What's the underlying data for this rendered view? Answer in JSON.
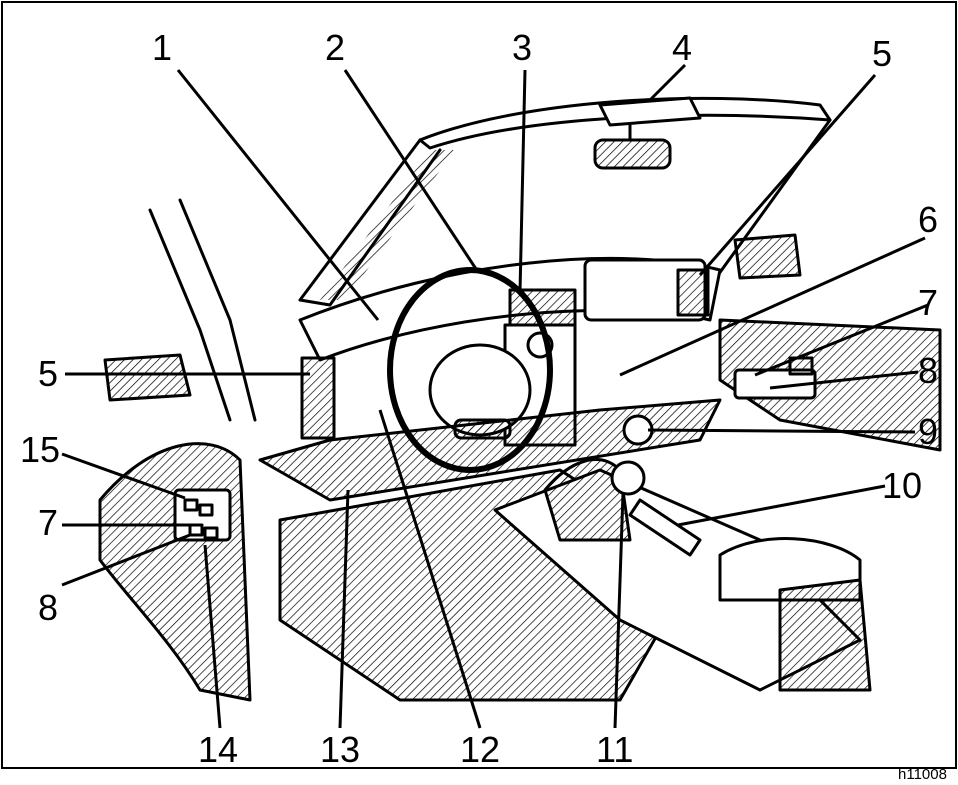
{
  "callouts": {
    "c1": "1",
    "c2": "2",
    "c3": "3",
    "c4": "4",
    "c5_right": "5",
    "c5_left": "5",
    "c6": "6",
    "c7_right": "7",
    "c7_left": "7",
    "c8_right": "8",
    "c8_left": "8",
    "c9": "9",
    "c10": "10",
    "c11": "11",
    "c12": "12",
    "c13": "13",
    "c14": "14",
    "c15": "15"
  },
  "figure_code": "h11008"
}
